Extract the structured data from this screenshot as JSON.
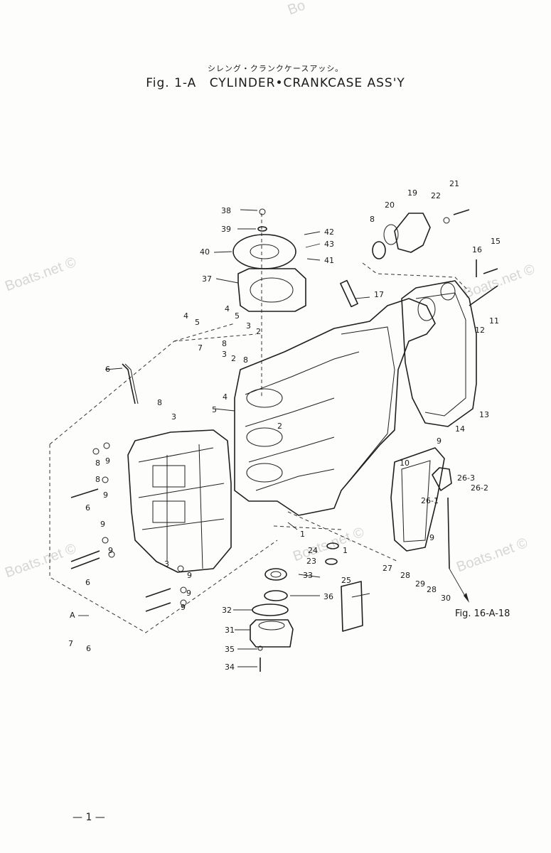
{
  "header": {
    "japanese_title": "シレング・クランクケースアッシ。",
    "figure_number": "Fig. 1-A",
    "title": "CYLINDER•CRANKCASE ASS'Y"
  },
  "watermarks": [
    "Boats.net ©",
    "Boats.net ©",
    "Boats.net ©",
    "Boats.net ©",
    "Boats.net ©",
    "Bo"
  ],
  "reference": "Fig. 16-A-18",
  "callouts": {
    "c38": "38",
    "c39": "39",
    "c40": "40",
    "c37": "37",
    "c42": "42",
    "c43": "43",
    "c41": "41",
    "c8a": "8",
    "c20": "20",
    "c19": "19",
    "c22": "22",
    "c21": "21",
    "c17": "17",
    "c16": "16",
    "c15": "15",
    "c11": "11",
    "c12": "12",
    "c13": "13",
    "c14": "14",
    "c9a": "9",
    "c10": "10",
    "c4a": "4",
    "c5a": "5",
    "c4b": "4",
    "c5b": "5",
    "c3a": "3",
    "c2a": "2",
    "c8b": "8",
    "c7a": "7",
    "c3b": "3",
    "c2b": "2",
    "c8c": "8",
    "c6a": "6",
    "c8d": "8",
    "c4c": "4",
    "c5c": "5",
    "c2c": "2",
    "c3c": "3",
    "c8e": "8",
    "c9b": "9",
    "c8f": "8",
    "c9c": "9",
    "c6b": "6",
    "c9d": "9",
    "c9e": "9",
    "c6c": "6",
    "c3d": "3",
    "c9f": "9",
    "c9g": "9",
    "c9h": "9",
    "cA": "A",
    "c7b": "7",
    "c6d": "6",
    "c1a": "1",
    "c1b": "1",
    "c24": "24",
    "c23": "23",
    "c25": "25",
    "c33": "33",
    "c36": "36",
    "c32": "32",
    "c31": "31",
    "c35": "35",
    "c34": "34",
    "c263": "26-3",
    "c262": "26-2",
    "c261": "26-1",
    "c9i": "9",
    "c27": "27",
    "c28a": "28",
    "c29": "29",
    "c28b": "28",
    "c30": "30"
  },
  "footer": {
    "page_number": "— 1 —"
  }
}
